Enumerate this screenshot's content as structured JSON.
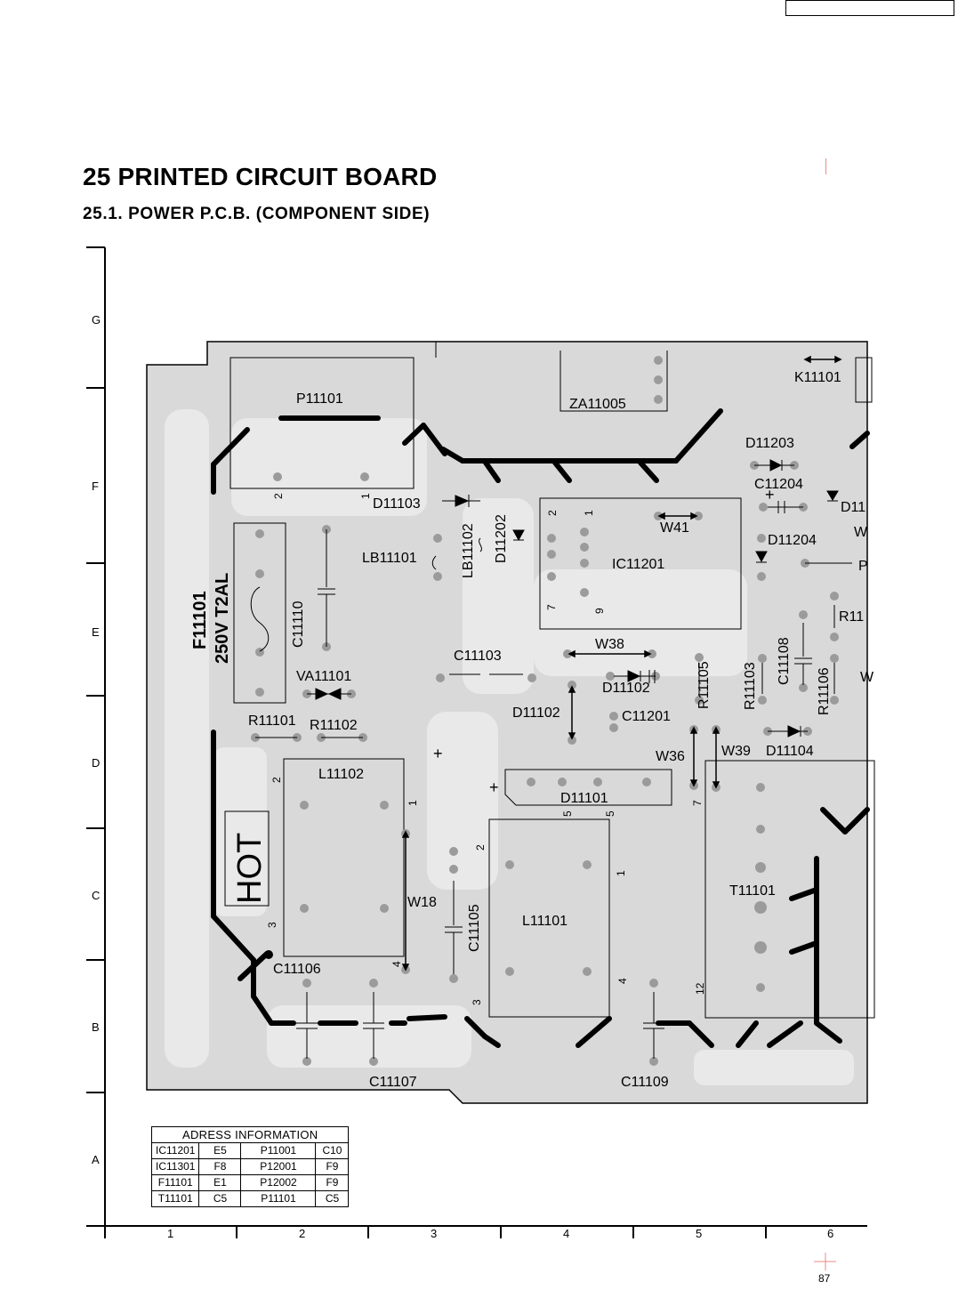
{
  "header": {
    "title": "25 PRINTED CIRCUIT BOARD",
    "subtitle": "25.1.   POWER P.C.B. (COMPONENT SIDE)"
  },
  "page_number": "87",
  "grid": {
    "rows": [
      "G",
      "F",
      "E",
      "D",
      "C",
      "B",
      "A"
    ],
    "cols": [
      "1",
      "2",
      "3",
      "4",
      "5",
      "6"
    ]
  },
  "labels": {
    "p11101": "P11101",
    "za11005": "ZA11005",
    "k11101": "K11101",
    "d11203": "D11203",
    "c11204": "C11204",
    "d11_cut": "D11",
    "d11103": "D11103",
    "lb11102": "LB11102",
    "d11202": "D11202",
    "w41": "W41",
    "d11204": "D11204",
    "w_cut": "W",
    "p_cut": "P",
    "lb11101": "LB11101",
    "ic11201": "IC11201",
    "r11_cut": "R11",
    "f11101": "F11101",
    "fuse_rating": "250V T2AL",
    "c11110": "C11110",
    "c11103": "C11103",
    "w38": "W38",
    "r11105": "R11105",
    "r11103": "R11103",
    "c11108": "C11108",
    "r11106": "R11106",
    "w_cut2": "W",
    "va11101": "VA11101",
    "d11102a": "D11102",
    "d11102b": "D11102",
    "c11201": "C11201",
    "r11101": "R11101",
    "r11102": "R11102",
    "w39": "W39",
    "d11104": "D11104",
    "w36": "W36",
    "l11102": "L11102",
    "d11101": "D11101",
    "hot": "HOT",
    "t11101": "T11101",
    "w18": "W18",
    "c11105": "C11105",
    "l11101": "L11101",
    "c11106": "C11106",
    "c11107": "C11107",
    "c11109": "C11109",
    "plus": "+",
    "pin1": "1",
    "pin2": "2",
    "pin3": "3",
    "pin4": "4",
    "pin5": "5",
    "pin7": "7",
    "pin9": "9",
    "pin12": "12"
  },
  "address_table": {
    "title": "ADRESS INFORMATION",
    "rows": [
      [
        "IC11201",
        "E5",
        "P11001",
        "C10"
      ],
      [
        "IC11301",
        "F8",
        "P12001",
        "F9"
      ],
      [
        "F11101",
        "E1",
        "P12002",
        "F9"
      ],
      [
        "T11101",
        "C5",
        "P11101",
        "C5"
      ]
    ]
  },
  "colors": {
    "board": "#d9d9d9",
    "pad": "#9b9b9b",
    "ink": "#000000"
  }
}
